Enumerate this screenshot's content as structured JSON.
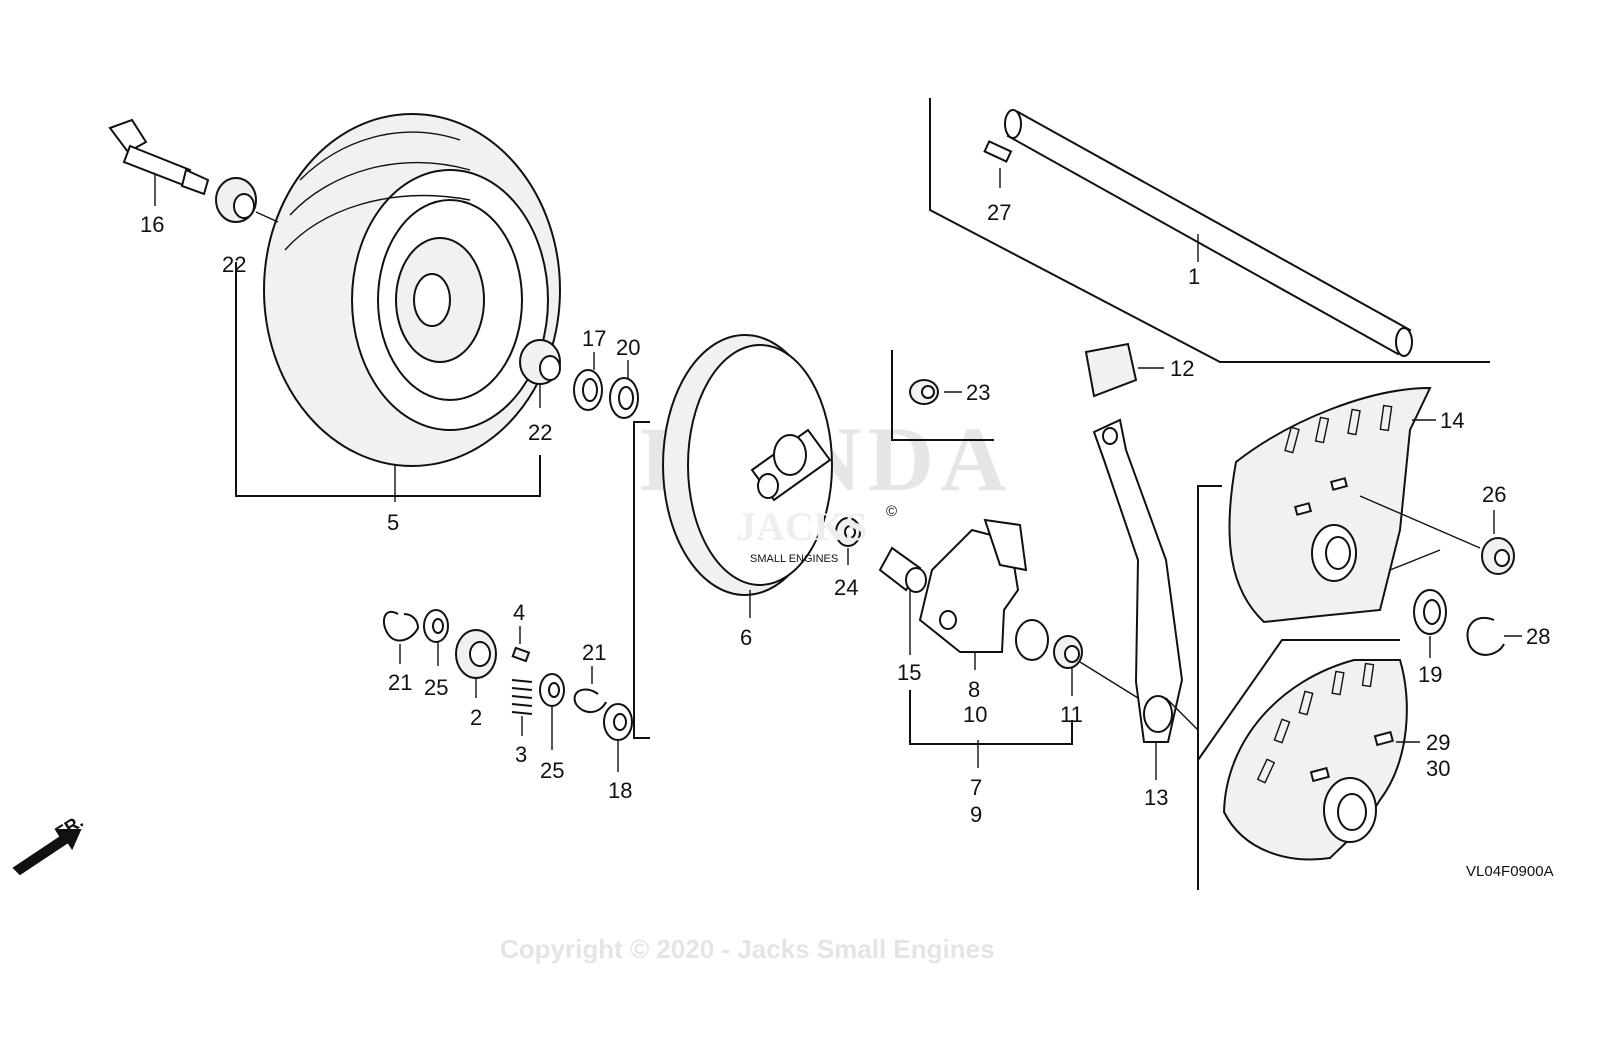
{
  "labels": {
    "n1": "1",
    "n2": "2",
    "n3": "3",
    "n4": "4",
    "n5": "5",
    "n6": "6",
    "n7": "7",
    "n8": "8",
    "n9": "9",
    "n10": "10",
    "n11": "11",
    "n12": "12",
    "n13": "13",
    "n14": "14",
    "n15": "15",
    "n16": "16",
    "n17": "17",
    "n18": "18",
    "n19": "19",
    "n20": "20",
    "n21a": "21",
    "n21b": "21",
    "n22a": "22",
    "n22b": "22",
    "n23": "23",
    "n24": "24",
    "n25a": "25",
    "n25b": "25",
    "n26": "26",
    "n27": "27",
    "n28": "28",
    "n29": "29",
    "n30": "30"
  },
  "diagram_code": "VL04F0900A",
  "direction_label": "FR.",
  "watermark": {
    "copyright": "Copyright © 2020 - Jacks Small Engines",
    "brand": "HONDA",
    "logo_text": "JACKS",
    "logo_mark": "©",
    "logo_subtext": "SMALL ENGINES"
  }
}
